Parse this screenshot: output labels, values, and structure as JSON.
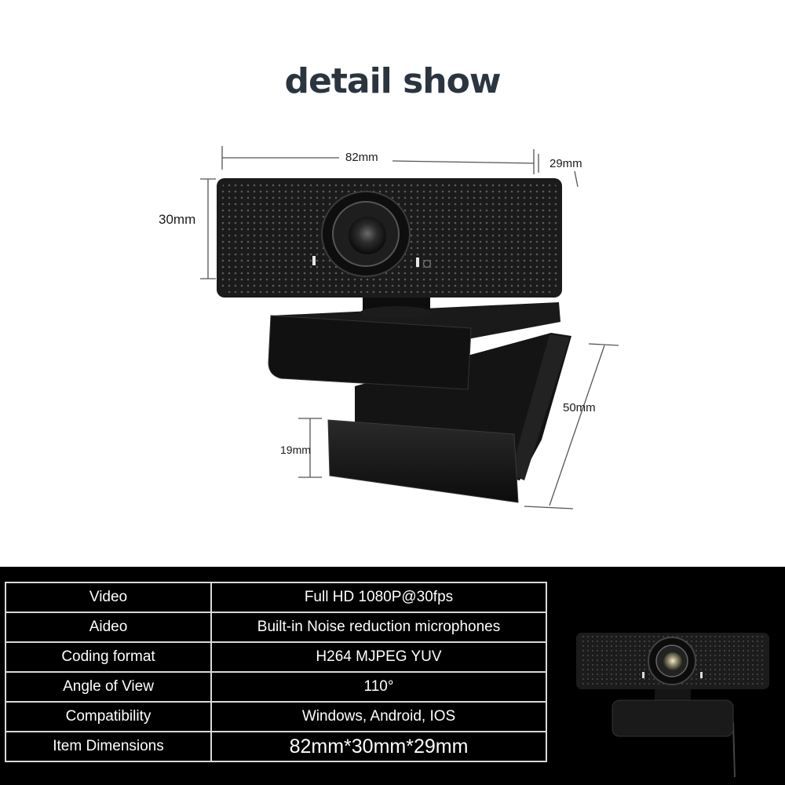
{
  "title": "detail show",
  "dimensions": {
    "width": "82mm",
    "depth": "29mm",
    "height": "30mm",
    "clip_height": "19mm",
    "clip_length": "50mm"
  },
  "specs": [
    {
      "label": "Video",
      "value": "Full HD 1080P@30fps"
    },
    {
      "label": "Aideo",
      "value": "Built-in Noise reduction microphones"
    },
    {
      "label": "Coding format",
      "value": "H264  MJPEG  YUV"
    },
    {
      "label": "Angle of View",
      "value": "110°"
    },
    {
      "label": "Compatibility",
      "value": "Windows, Android, IOS"
    },
    {
      "label": "Item Dimensions",
      "value": "82mm*30mm*29mm"
    }
  ],
  "colors": {
    "title": "#2b3540",
    "panel": "#000000",
    "grid": "#d8d8d8",
    "body": "#1b1b1b"
  }
}
